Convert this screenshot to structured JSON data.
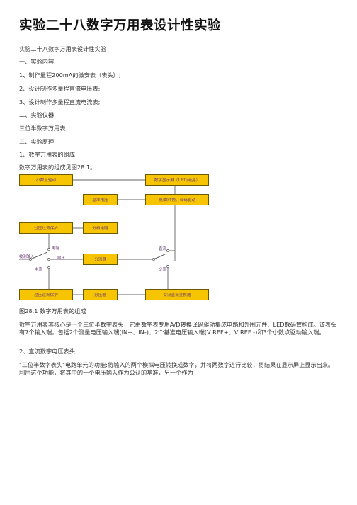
{
  "title": "实验二十八数字万用表设计性实验",
  "paragraphs": {
    "p1": "实验二十八数字万用表设计性实验",
    "p2": "一、实验内容:",
    "p3": "1、制作量程200mA的微安表（表头）;",
    "p4": "2、设计制作多量程直流电压表;",
    "p5": "3、设计制作多量程直流电流表;",
    "p6": "二、实验仪器:",
    "p7": "三位半数字万用表",
    "p8": "三、实验原理",
    "p9": "1、数字万用表的组成",
    "p10": "数字万用表的组成见图28.1。",
    "caption": "图28.1 数字万用表的组成",
    "p11": "数字万用表其核心是一个三位半数字表头，它由数字表专用A/D转换译码驱动集成电路和外围元件、LED数码管构成。该表头有7个输入端，包括2个测量电压输入端(IN+、IN-)、2个基准电压输入端(V REF+、V REF -)和3个小数点驱动输入端。",
    "p12": "2、直流数字电压表头",
    "p13": "\"三位半数字表头\"电路单元的功能:将输入的两个模拟电压转换成数字，并将两数字进行比较，将结果在显示屏上显示出来。利用这个功能，将其中的一个电压输入作为公认的基准，另一个作为"
  },
  "diagram": {
    "boxes": {
      "decimal_drive": "小数点驱动",
      "display": "数字显示屏（LED/液晶）",
      "reference_voltage": "基准电压",
      "adc": "模/数转换、译码驱动",
      "overvoltage_protection": "过压过流保护",
      "voltage_divider": "分档电阻",
      "shunt": "分流器",
      "overcurrent_protection": "过压过流保护",
      "shunt_resistor": "分压器",
      "ac_dc_converter": "交流直流变换器"
    },
    "labels": {
      "measure_input": "被测输入",
      "resistance": "电阻",
      "voltage": "电压",
      "current": "电流",
      "dc": "直流",
      "ac": "交流"
    }
  },
  "colors": {
    "box_fill": "#f6c400",
    "box_text": "#6a3d7a",
    "wire": "#333333"
  }
}
